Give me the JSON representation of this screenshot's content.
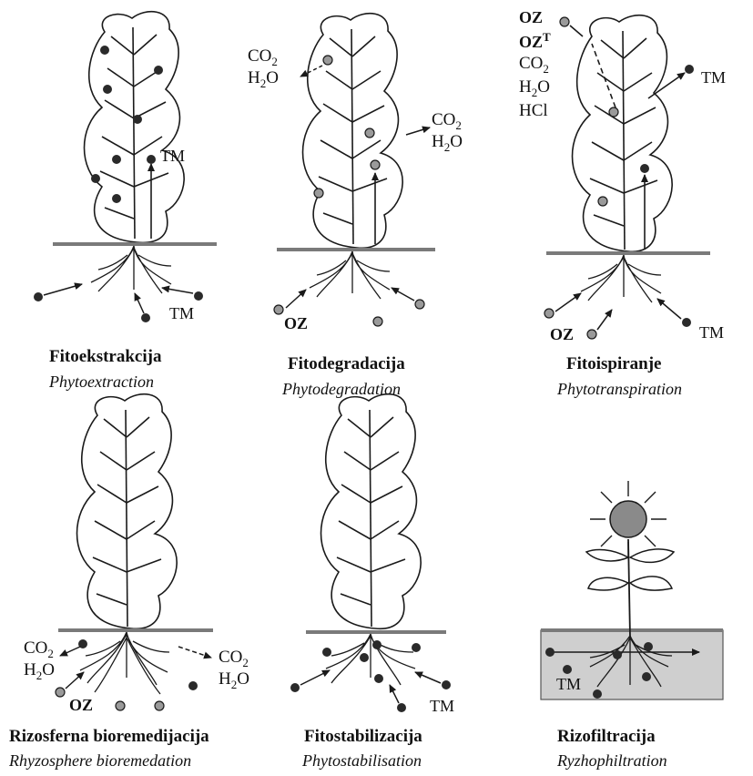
{
  "colors": {
    "line": "#1a1a1a",
    "dark_dot": "#2a2a2a",
    "grey_dot": "#9a9a9a",
    "ground": "#7a7a7a",
    "soil": "#cfcfcf",
    "sun": "#8a8a8a"
  },
  "panels": [
    {
      "title": "Fitoekstrakcija",
      "subtitle": "Phytoextraction",
      "labels": {
        "tm_top": "TM",
        "tm_bottom": "TM"
      }
    },
    {
      "title": "Fitodegradacija",
      "subtitle": "Phytodegradation",
      "labels": {
        "co2_a": "CO",
        "co2_a_sub": "2",
        "h2o_a": "H",
        "h2o_a_sub": "2",
        "h2o_a_tail": "O",
        "co2_b": "CO",
        "co2_b_sub": "2",
        "h2o_b": "H",
        "h2o_b_sub": "2",
        "h2o_b_tail": "O",
        "oz": "OZ"
      }
    },
    {
      "title": "Fitoispiranje",
      "subtitle": "Phytotranspiration",
      "labels": {
        "oz_top": "OZ",
        "ozt": "OZ",
        "ozt_sup": "T",
        "co2": "CO",
        "co2_sub": "2",
        "h2o": "H",
        "h2o_sub": "2",
        "h2o_tail": "O",
        "hcl": "HCl",
        "tm_top": "TM",
        "oz_bottom": "OZ",
        "tm_bottom": "TM"
      }
    },
    {
      "title": "Rizosferna bioremedijacija",
      "subtitle": "Rhyzosphere bioremedation",
      "labels": {
        "co2_l": "CO",
        "co2_l_sub": "2",
        "h2o_l": "H",
        "h2o_l_sub": "2",
        "h2o_l_tail": "O",
        "co2_r": "CO",
        "co2_r_sub": "2",
        "h2o_r": "H",
        "h2o_r_sub": "2",
        "h2o_r_tail": "O",
        "oz": "OZ"
      }
    },
    {
      "title": "Fitostabilizacija",
      "subtitle": "Phytostabilisation",
      "labels": {
        "tm": "TM"
      }
    },
    {
      "title": "Rizofiltracija",
      "subtitle": "Ryzhophiltration",
      "labels": {
        "tm": "TM"
      }
    }
  ]
}
